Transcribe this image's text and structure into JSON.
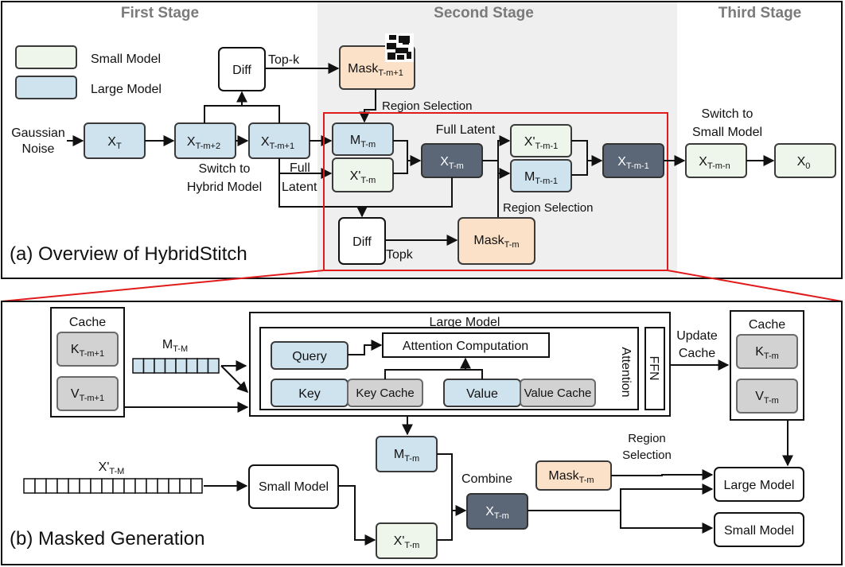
{
  "stages": {
    "first": "First Stage",
    "second": "Second Stage",
    "third": "Third Stage"
  },
  "legend": {
    "small": "Small Model",
    "large": "Large Model"
  },
  "top": {
    "gaussian_line1": "Gaussian",
    "gaussian_line2": "Noise",
    "xt": "X",
    "xt_sub": "T",
    "xtm2": "X",
    "xtm2_sub": "T-m+2",
    "xtm1": "X",
    "xtm1_sub": "T-m+1",
    "diff": "Diff",
    "topk": "Top-k",
    "mask1": "Mask",
    "mask1_sub": "T-m+1",
    "region_selection_1": "Region Selection",
    "switch_hybrid_line1": "Switch to",
    "switch_hybrid_line2": "Hybrid Model",
    "full_latent_left_line1": "Full",
    "full_latent_left_line2": "Latent",
    "m_tm": "M",
    "m_tm_sub": "T-m",
    "xp_tm": "X'",
    "xp_tm_sub": "T-m",
    "full_latent": "Full Latent",
    "x_tm": "X",
    "x_tm_sub": "T-m",
    "xp_tm1": "X'",
    "xp_tm1_sub": "T-m-1",
    "m_tm1": "M",
    "m_tm1_sub": "T-m-1",
    "x_tm1": "X",
    "x_tm1_sub": "T-m-1",
    "region_selection_2": "Region Selection",
    "diff2": "Diff",
    "topk2": "Topk",
    "mask2": "Mask",
    "mask2_sub": "T-m",
    "switch_small_line1": "Switch to",
    "switch_small_line2": "Small Model",
    "x_tmn": "X",
    "x_tmn_sub": "T-m-n",
    "x0": "X",
    "x0_sub": "0",
    "caption": "(a) Overview of HybridStitch"
  },
  "bottom": {
    "cache_left": "Cache",
    "k_left": "K",
    "k_left_sub": "T-m+1",
    "v_left": "V",
    "v_left_sub": "T-m+1",
    "m_label": "M",
    "m_label_sub": "T-M",
    "large_model": "Large Model",
    "attention_computation": "Attention Computation",
    "attention": "Attention",
    "query": "Query",
    "key": "Key",
    "key_cache": "Key Cache",
    "value": "Value",
    "value_cache": "Value Cache",
    "ffn": "FFN",
    "update_cache_line1": "Update",
    "update_cache_line2": "Cache",
    "cache_right": "Cache",
    "k_right": "K",
    "k_right_sub": "T-m",
    "v_right": "V",
    "v_right_sub": "T-m",
    "m_tm": "M",
    "m_tm_sub": "T-m",
    "xp_label": "X'",
    "xp_label_sub": "T-M",
    "small_model": "Small Model",
    "xp_tm": "X'",
    "xp_tm_sub": "T-m",
    "combine": "Combine",
    "x_tm": "X",
    "x_tm_sub": "T-m",
    "region_line1": "Region",
    "region_line2": "Selection",
    "mask": "Mask",
    "mask_sub": "T-m",
    "out_large": "Large Model",
    "out_small": "Small Model",
    "caption": "(b) Masked Generation"
  },
  "colors": {
    "small_model": "#eef5ea",
    "large_model": "#cfe3ef",
    "mask": "#fbe1c8",
    "combined_latent": "#5b6677",
    "cache_entry": "#d2d2d2",
    "zoom_highlight": "#e11b1b",
    "stage_shade": "#efefef"
  }
}
